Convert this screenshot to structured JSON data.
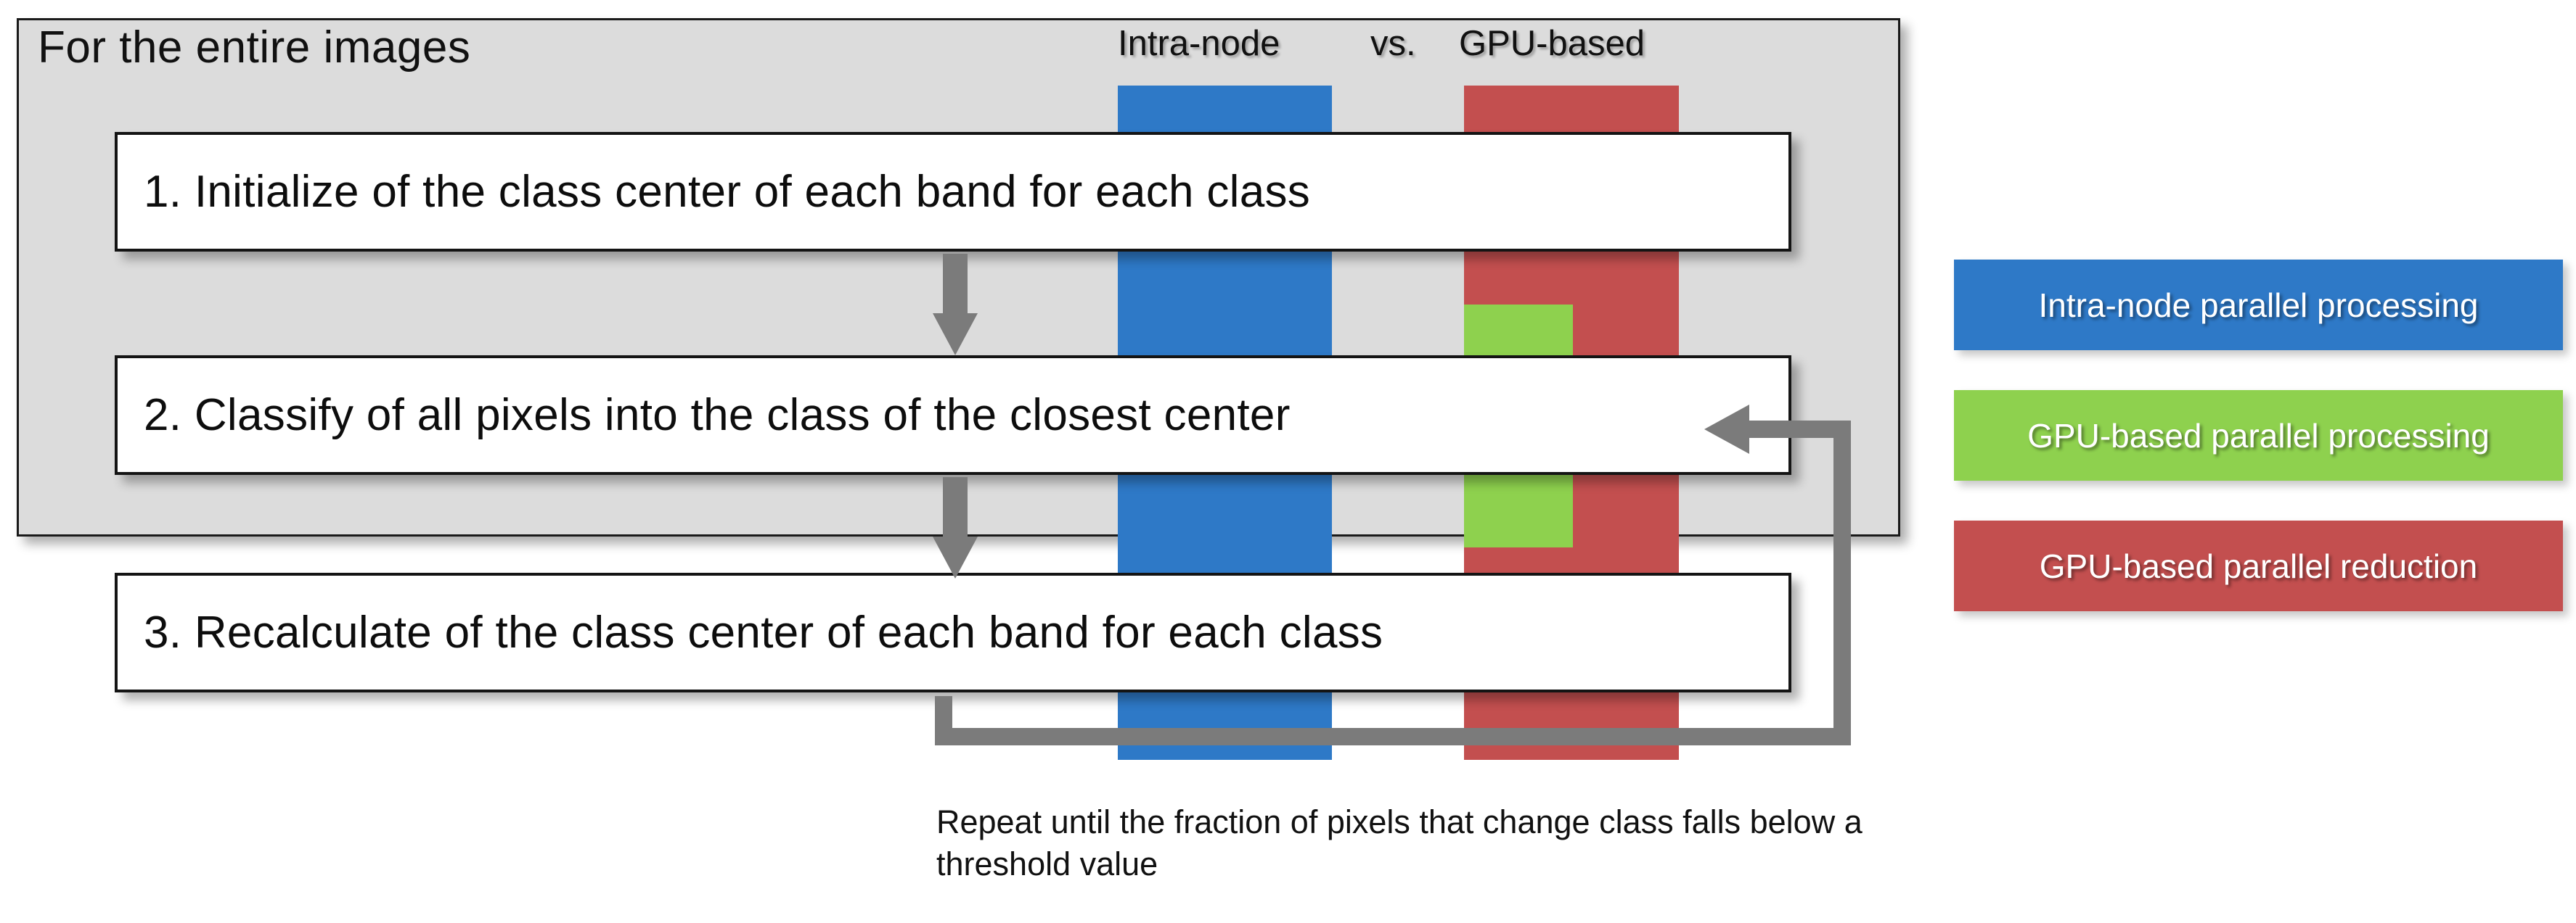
{
  "diagram": {
    "panel_title": "For the entire images",
    "column_header": {
      "left": "Intra-node",
      "middle": "vs.",
      "right": "GPU-based"
    },
    "steps": [
      {
        "text": "1. Initialize of the class center of each band for each class"
      },
      {
        "text": "2. Classify of all pixels into the class of the closest center"
      },
      {
        "text": "3. Recalculate of the class center of each band for each class"
      }
    ],
    "caption": "Repeat until the fraction of pixels that change class falls below a threshold value",
    "legend": [
      {
        "label": "Intra-node parallel processing",
        "color": "#2e79c7"
      },
      {
        "label": "GPU-based parallel processing",
        "color": "#8ed14e"
      },
      {
        "label": "GPU-based parallel reduction",
        "color": "#c34f4f"
      }
    ],
    "bars": [
      {
        "name": "intra-node-bar",
        "color": "#2e79c7"
      },
      {
        "name": "gpu-reduction-bar",
        "color": "#c34f4f"
      },
      {
        "name": "gpu-processing-bar",
        "color": "#8ed14e"
      }
    ],
    "colors": {
      "panel_background": "#dcdcdc",
      "panel_border": "#1a1a1a",
      "arrow": "#7b7b7b",
      "box_background": "#ffffff",
      "text": "#111111"
    }
  }
}
